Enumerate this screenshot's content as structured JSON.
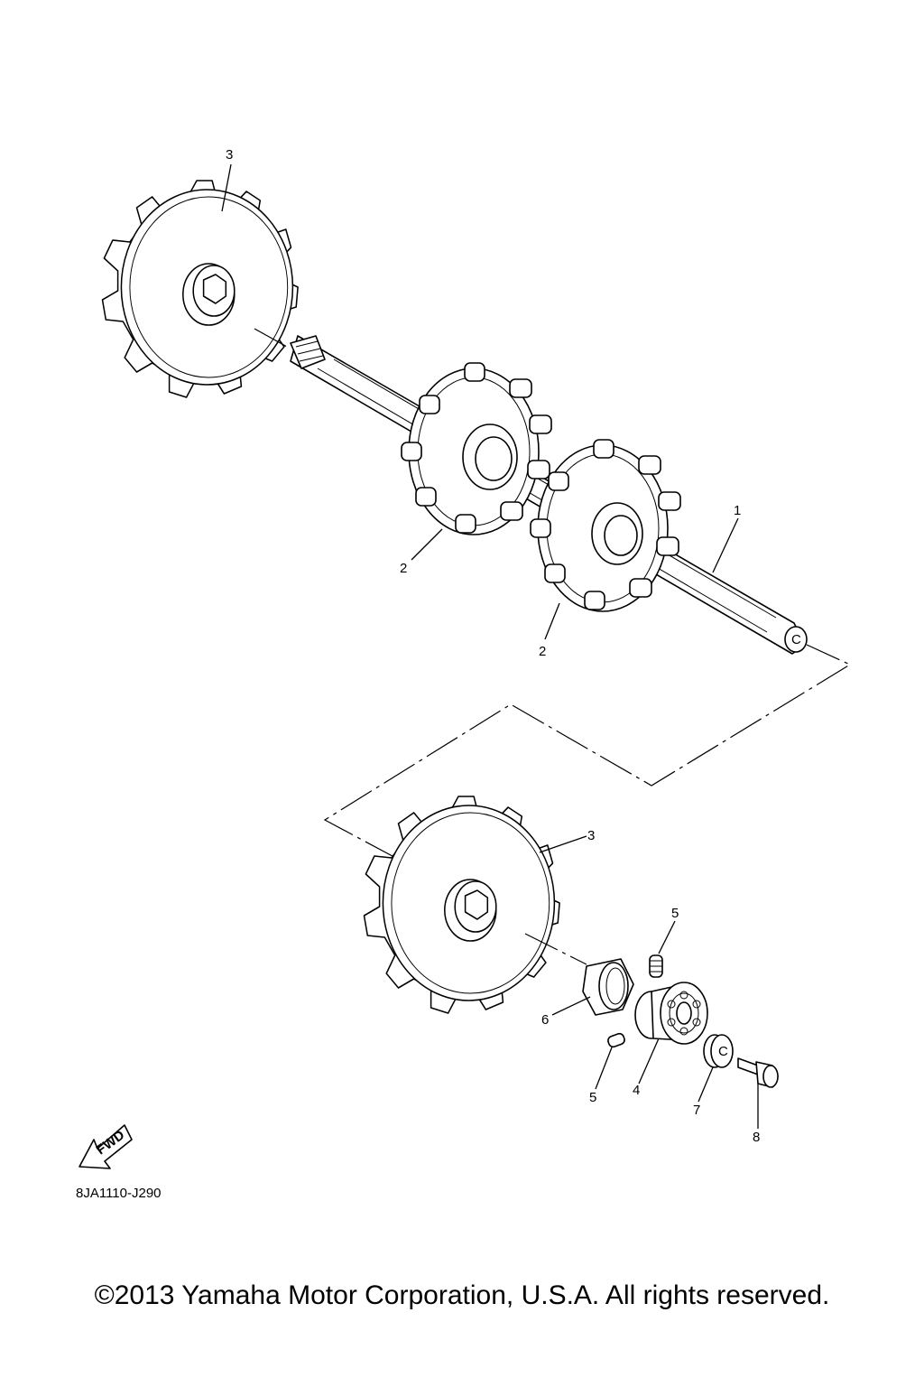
{
  "callouts": [
    {
      "id": "1",
      "label": "1"
    },
    {
      "id": "2a",
      "label": "2"
    },
    {
      "id": "2b",
      "label": "2"
    },
    {
      "id": "3a",
      "label": "3"
    },
    {
      "id": "3b",
      "label": "3"
    },
    {
      "id": "4",
      "label": "4"
    },
    {
      "id": "5a",
      "label": "5"
    },
    {
      "id": "5b",
      "label": "5"
    },
    {
      "id": "6",
      "label": "6"
    },
    {
      "id": "7",
      "label": "7"
    },
    {
      "id": "8",
      "label": "8"
    }
  ],
  "fwd_label": "FWD",
  "diagram_code": "8JA1110-J290",
  "copyright": "©2013 Yamaha Motor Corporation, U.S.A. All rights reserved."
}
